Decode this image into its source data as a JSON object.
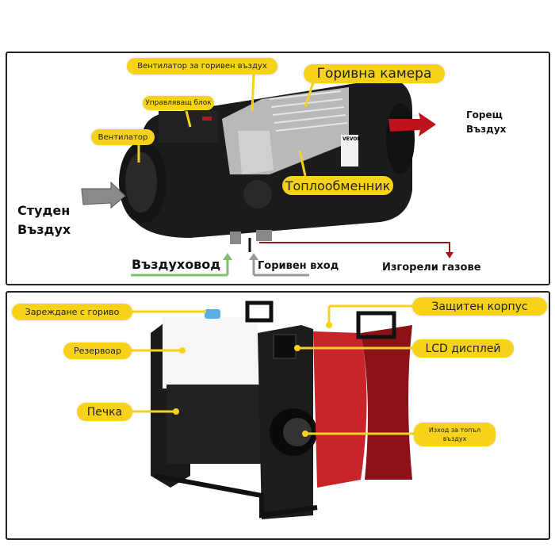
{
  "top_panel": {
    "labels": {
      "fuel_air_fan": "Вентилатор за горивен въздух",
      "combustion_chamber": "Горивна камера",
      "control_unit": "Управляващ блок",
      "fan": "Вентилатор",
      "heat_exchanger": "Топлообменник",
      "hot_air_line1": "Горещ",
      "hot_air_line2": "Въздух",
      "cold_air_line1": "Студен",
      "cold_air_line2": "Въздух",
      "air_duct": "Въздуховод",
      "fuel_inlet": "Горивен вход",
      "exhaust": "Изгорели газове"
    },
    "brand": "VEVOR"
  },
  "bottom_panel": {
    "labels": {
      "refueling": "Зареждане с гориво",
      "tank": "Резервоар",
      "stove": "Печка",
      "protective_case": "Защитен корпус",
      "lcd_display": "LCD дисплей",
      "hot_air_outlet_line1": "Изход за топъл",
      "hot_air_outlet_line2": "въздух"
    }
  },
  "colors": {
    "label_fill": "#f7d21a",
    "hot_arrow": "#c0121a",
    "cold_arrow": "#8a8a8a",
    "air_duct_arrow": "#7cc46a",
    "exhaust_line": "#a0141c",
    "case_red": "#c8252b"
  }
}
